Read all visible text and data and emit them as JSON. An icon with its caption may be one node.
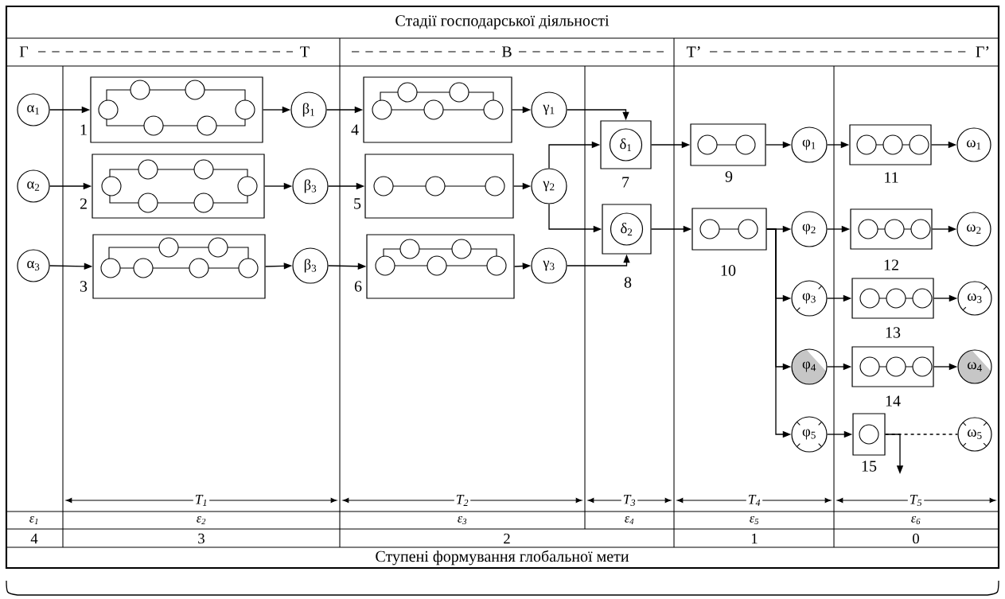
{
  "diagram": {
    "nodes": [
      {
        "text": [
          "α$_{1}$"
        ]
      },
      {
        "text": [],
        "shape": "box",
        "beside": [
          "1"
        ]
      },
      {
        "text": [
          "β$_{1}$"
        ]
      },
      {
        "text": [],
        "shape": "box",
        "beside": [
          "4"
        ]
      },
      {
        "text": [
          "γ$_{1}$"
        ]
      },
      {
        "text": [],
        "shape": "box",
        "beside": [
          "7"
        ]
      },
      {
        "text": [
          "δ$_{1}$"
        ],
        "in": 5
      },
      {
        "text": [],
        "shape": "box",
        "beside": [
          "9"
        ]
      },
      {
        "text": [
          "φ$_{1}$"
        ]
      },
      {
        "text": [],
        "shape": "box",
        "beside": [
          "11"
        ]
      },
      {
        "text": [
          "ω$_{1}$"
        ]
      },
      {
        "text": [
          "α$_{2}$"
        ]
      },
      {
        "text": [],
        "shape": "box",
        "beside": [
          "2"
        ]
      },
      {
        "text": [
          "β$_{3}$"
        ]
      },
      {
        "text": [],
        "shape": "box",
        "beside": [
          "5"
        ]
      },
      {
        "text": [
          "γ$_{2}$"
        ]
      },
      {
        "text": [],
        "shape": "box",
        "beside": [
          "8"
        ]
      },
      {
        "text": [
          "δ$_{2}$"
        ],
        "in": 16
      },
      {
        "text": [],
        "shape": "box",
        "beside": [
          "10"
        ]
      },
      {
        "text": [
          "φ$_{2}$"
        ]
      },
      {
        "text": [],
        "shape": "box",
        "beside": [
          "12"
        ]
      },
      {
        "text": [
          "ω$_{2}$"
        ]
      },
      {
        "text": [
          "α$_{3}$"
        ]
      },
      {
        "text": [],
        "shape": "box",
        "beside": [
          "3"
        ]
      },
      {
        "text": [
          "β$_{3}$"
        ]
      },
      {
        "text": [],
        "shape": "box",
        "beside": [
          "6"
        ]
      },
      {
        "text": [
          "γ$_{3}$"
        ]
      },
      {
        "text": [
          "φ$_{3}$"
        ]
      },
      {
        "text": [],
        "shape": "box",
        "beside": [
          "13"
        ]
      },
      {
        "text": [
          "ω$_{3}$"
        ]
      },
      {
        "text": [
          "φ$_{4}$"
        ]
      },
      {
        "text": [],
        "shape": "box",
        "beside": [
          "14"
        ]
      },
      {
        "text": [
          "ω$_{4}$"
        ]
      },
      {
        "text": [
          "φ$_{5}$"
        ]
      },
      {
        "text": [],
        "shape": "box",
        "beside": [
          "15"
        ]
      },
      {
        "text": [
          "ω$_{5}$"
        ]
      }
    ],
    "edges": [
      {
        "from": 0,
        "to": 1,
        "arrow": "to"
      },
      {
        "from": 1,
        "to": 2,
        "arrow": "to"
      },
      {
        "from": 2,
        "to": 3,
        "arrow": "to"
      },
      {
        "from": 3,
        "to": 4,
        "arrow": "to"
      },
      {
        "from": 4,
        "to": 5,
        "arrow": "to"
      },
      {
        "from": 5,
        "to": 7,
        "arrow": "to"
      },
      {
        "from": 7,
        "to": 8,
        "arrow": "to"
      },
      {
        "from": 8,
        "to": 9,
        "arrow": "to"
      },
      {
        "from": 9,
        "to": 10,
        "arrow": "to"
      },
      {
        "from": 11,
        "to": 12,
        "arrow": "to"
      },
      {
        "from": 12,
        "to": 13,
        "arrow": "to"
      },
      {
        "from": 13,
        "to": 14,
        "arrow": "to"
      },
      {
        "from": 14,
        "to": 15,
        "arrow": "to"
      },
      {
        "from": 15,
        "to": 5,
        "arrow": "to"
      },
      {
        "from": 15,
        "to": 16,
        "arrow": "to"
      },
      {
        "from": 16,
        "to": 18,
        "arrow": "to"
      },
      {
        "from": 18,
        "to": 19,
        "arrow": "to"
      },
      {
        "from": 19,
        "to": 20,
        "arrow": "to"
      },
      {
        "from": 20,
        "to": 21,
        "arrow": "to"
      },
      {
        "from": 22,
        "to": 23,
        "arrow": "to"
      },
      {
        "from": 23,
        "to": 24,
        "arrow": "to"
      },
      {
        "from": 24,
        "to": 25,
        "arrow": "to"
      },
      {
        "from": 25,
        "to": 26,
        "arrow": "to"
      },
      {
        "from": 26,
        "to": 16,
        "arrow": "to"
      },
      {
        "from": 18,
        "to": 27,
        "arrow": "to"
      },
      {
        "from": 27,
        "to": 28,
        "arrow": "to"
      },
      {
        "from": 28,
        "to": 29,
        "arrow": "to"
      },
      {
        "from": 18,
        "to": 30,
        "arrow": "to"
      },
      {
        "from": 30,
        "to": 31,
        "arrow": "to"
      },
      {
        "from": 31,
        "to": 32,
        "arrow": "to"
      },
      {
        "from": 18,
        "to": 33,
        "arrow": "to"
      },
      {
        "from": 33,
        "to": 34,
        "arrow": "to"
      },
      {
        "from": 34,
        "to": null,
        "arrow": "to"
      },
      {
        "from": 34,
        "to": 35,
        "arrow": "none",
        "style": "dashed"
      }
    ],
    "labels": [
      "Стадії господарської діяльності",
      "Г",
      "Т",
      "В",
      "Т’",
      "Г’",
      "T$_{1}$",
      "T$_{2}$",
      "T$_{3}$",
      "T$_{4}$",
      "T$_{5}$",
      "ε$_{1}$",
      "ε$_{2}$",
      "ε$_{3}$",
      "ε$_{4}$",
      "ε$_{5}$",
      "ε$_{6}$",
      "4",
      "3",
      "2",
      "1",
      "0",
      "Ступені формування глобальної мети"
    ]
  }
}
